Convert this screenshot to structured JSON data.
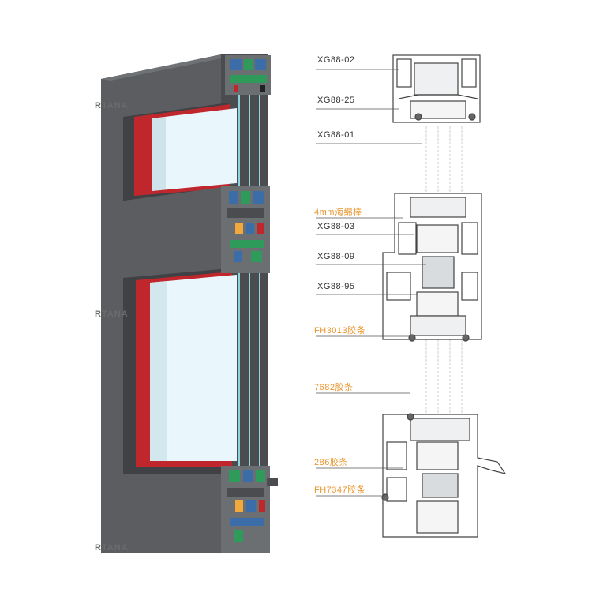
{
  "watermarks": [
    "RTANA",
    "RTANA",
    "RTANA"
  ],
  "labels": [
    {
      "text": "XG88-02",
      "kind": "profile"
    },
    {
      "text": "XG88-25",
      "kind": "profile"
    },
    {
      "text": "XG88-01",
      "kind": "profile"
    },
    {
      "text": "4mm海绵棒",
      "kind": "seal"
    },
    {
      "text": "XG88-03",
      "kind": "profile"
    },
    {
      "text": "XG88-09",
      "kind": "profile"
    },
    {
      "text": "XG88-95",
      "kind": "profile"
    },
    {
      "text": "FH3013胶条",
      "kind": "seal"
    },
    {
      "text": "7682胶条",
      "kind": "seal"
    },
    {
      "text": "286胶条",
      "kind": "seal"
    },
    {
      "text": "FH7347胶条",
      "kind": "seal"
    }
  ],
  "colors": {
    "frame": "#5b5d60",
    "frame_dark": "#3f4144",
    "frame_light": "#75787b",
    "glass": "#e9f6fb",
    "glass_edge": "#bfe6ee",
    "gasket_red": "#c0272d",
    "seal_label": "#e8962e",
    "profile_label": "#333333",
    "leader": "#555555"
  }
}
